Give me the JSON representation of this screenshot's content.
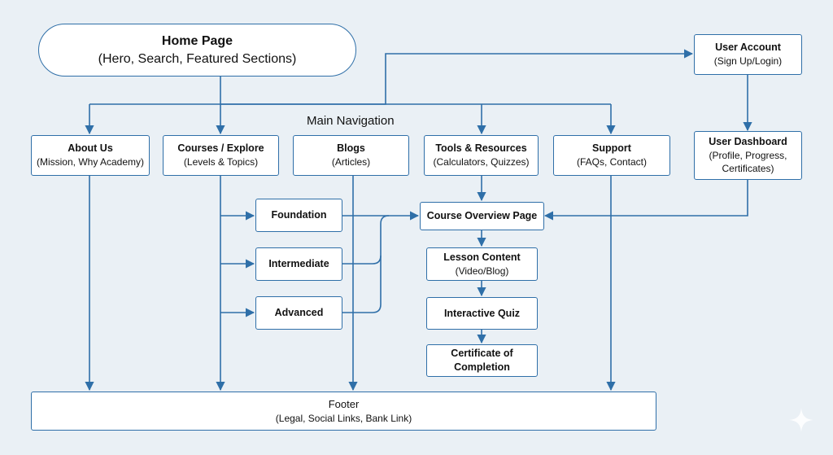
{
  "colors": {
    "accent": "#2f6fa8",
    "background": "#eaf0f5",
    "box_fill": "#ffffff"
  },
  "main_navigation_label": "Main Navigation",
  "nodes": {
    "home": {
      "title": "Home Page",
      "subtitle": "(Hero, Search, Featured Sections)"
    },
    "user_account": {
      "title": "User Account",
      "subtitle": "(Sign Up/Login)"
    },
    "user_dashboard": {
      "title": "User Dashboard",
      "subtitle_line1": "(Profile, Progress,",
      "subtitle_line2": "Certificates)"
    },
    "about_us": {
      "title": "About Us",
      "subtitle": "(Mission, Why Academy)"
    },
    "courses": {
      "title": "Courses / Explore",
      "subtitle": "(Levels & Topics)"
    },
    "blogs": {
      "title": "Blogs",
      "subtitle": "(Articles)"
    },
    "tools": {
      "title": "Tools & Resources",
      "subtitle": "(Calculators, Quizzes)"
    },
    "support": {
      "title": "Support",
      "subtitle": "(FAQs, Contact)"
    },
    "foundation": {
      "title": "Foundation"
    },
    "intermediate": {
      "title": "Intermediate"
    },
    "advanced": {
      "title": "Advanced"
    },
    "course_overview": {
      "title": "Course Overview Page"
    },
    "lesson_content": {
      "title": "Lesson Content",
      "subtitle": "(Video/Blog)"
    },
    "interactive_quiz": {
      "title": "Interactive Quiz"
    },
    "certificate": {
      "title_line1": "Certificate of",
      "title_line2": "Completion"
    },
    "footer": {
      "title": "Footer",
      "subtitle": "(Legal, Social Links, Bank Link)"
    }
  },
  "icons": {
    "watermark": "sparkle-icon"
  }
}
